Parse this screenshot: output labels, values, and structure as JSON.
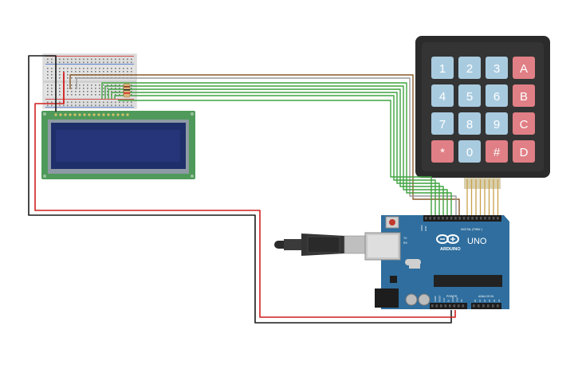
{
  "keypad": {
    "keys": [
      "1",
      "2",
      "3",
      "A",
      "4",
      "5",
      "6",
      "B",
      "7",
      "8",
      "9",
      "C",
      "*",
      "0",
      "#",
      "D"
    ],
    "digit_color": "#a9cbe0",
    "letter_color": "#e07f85",
    "body_color": "#2b2b2b"
  },
  "arduino": {
    "brand": "ARDUINO",
    "model": "UNO",
    "label_digital": "DIGITAL (PWM~)",
    "label_power": "POWER",
    "label_analog": "ANALOG IN",
    "label_tx": "TX",
    "label_rx": "RX",
    "label_aref": "AREF",
    "label_gnd": "GND",
    "power_pins": [
      "IOREF",
      "RESET",
      "3.3V",
      "5V",
      "GND",
      "GND",
      "Vin"
    ],
    "analog_pins": [
      "A0",
      "A1",
      "A2",
      "A3",
      "A4",
      "A5"
    ],
    "board_color": "#2f6e9e"
  },
  "lcd": {
    "screen_color": "#1f2f6a",
    "pcb_color": "#4f9a5a"
  },
  "wire_colors": {
    "green": "#3fa33f",
    "red": "#d11f1f",
    "black": "#1a1a1a",
    "brown": "#8a5a2a",
    "gray": "#9a9a9a"
  }
}
